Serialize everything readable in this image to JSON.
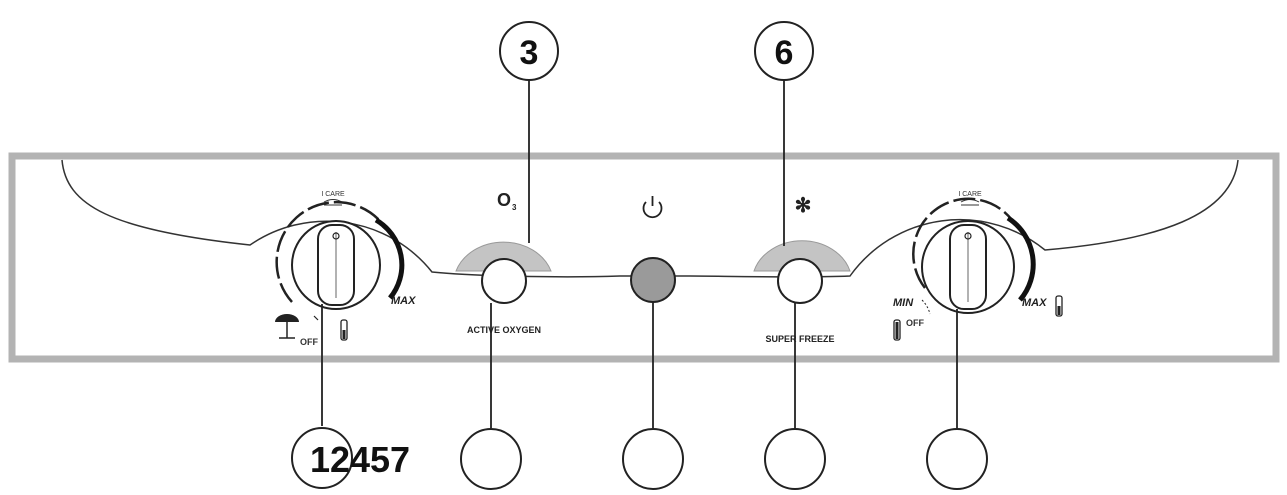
{
  "callouts": {
    "active_oxygen": "3",
    "super_freeze": "6",
    "bottom_left": "12457",
    "bottom_2": "",
    "bottom_3": "",
    "bottom_4": "",
    "bottom_5": ""
  },
  "left_knob": {
    "top_label": "I CARE",
    "max_label": "MAX",
    "off_label": "OFF"
  },
  "active_oxygen": {
    "symbol": "O",
    "symbol_sub": "3",
    "label": "ACTIVE OXYGEN"
  },
  "power": {
    "symbol": "⏻"
  },
  "super_freeze": {
    "symbol": "✻",
    "label": "SUPER FREEZE"
  },
  "right_knob": {
    "top_label": "I CARE",
    "min_label": "MIN",
    "max_label": "MAX",
    "off_label": "OFF"
  },
  "colors": {
    "panel_border": "#b3b3b3",
    "button_arc": "#c4c4c4",
    "power_button": "#9a9a9a",
    "line": "#222222"
  }
}
